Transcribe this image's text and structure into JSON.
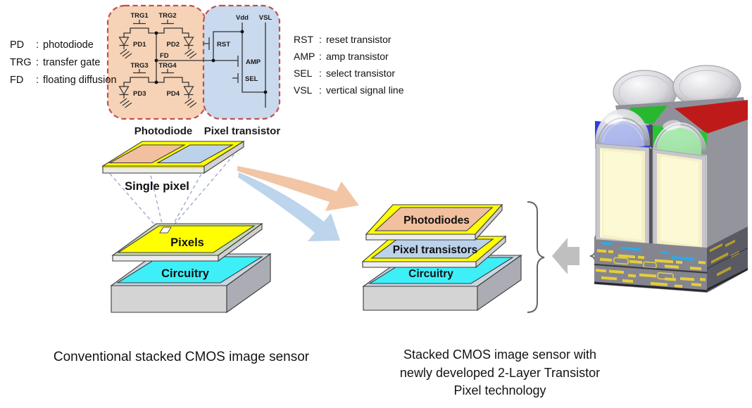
{
  "legend_left": {
    "sep": ":",
    "items": [
      {
        "abbr": "PD",
        "desc": "photodiode"
      },
      {
        "abbr": "TRG",
        "desc": "transfer gate"
      },
      {
        "abbr": "FD",
        "desc": "floating diffusion"
      }
    ]
  },
  "legend_right": {
    "sep": ":",
    "items": [
      {
        "abbr": "RST",
        "desc": "reset transistor"
      },
      {
        "abbr": "AMP",
        "desc": "amp transistor"
      },
      {
        "abbr": "SEL",
        "desc": "select transistor"
      },
      {
        "abbr": "VSL",
        "desc": "vertical signal line"
      }
    ]
  },
  "circuit": {
    "block_photodiode": "Photodiode",
    "block_pixel_transistor": "Pixel transistor",
    "trg1": "TRG1",
    "trg2": "TRG2",
    "trg3": "TRG3",
    "trg4": "TRG4",
    "pd1": "PD1",
    "pd2": "PD2",
    "pd3": "PD3",
    "pd4": "PD4",
    "fd": "FD",
    "rst": "RST",
    "amp": "AMP",
    "sel": "SEL",
    "vdd": "Vdd",
    "vsl": "VSL"
  },
  "conventional": {
    "single_pixel": "Single pixel",
    "pixels": "Pixels",
    "circuitry": "Circuitry",
    "caption": "Conventional stacked CMOS image sensor"
  },
  "new_sensor": {
    "photodiodes": "Photodiodes",
    "pixel_transistors": "Pixel transistors",
    "circuitry": "Circuitry",
    "caption_line1": "Stacked CMOS image sensor with",
    "caption_line2": "newly developed 2-Layer Transistor",
    "caption_line3": "Pixel technology"
  },
  "colors": {
    "photodiode_block_fill": "#F6D3B7",
    "pixel_transistor_block_fill": "#C9D9EE",
    "dashed_box_border": "#C0504D",
    "yellow_layer": "#FFFF00",
    "salmon_panel": "#F2C09E",
    "blue_panel": "#BCD2EA",
    "cyan_panel": "#3EEFF8",
    "slab_gray": "#D4D4D4",
    "arrow_salmon": "#F2C5A5",
    "arrow_blue": "#BCD4EC",
    "arrow_gray": "#BFBFBF",
    "filter_blue": "#2E3EDC",
    "filter_green": "#27C434",
    "filter_red": "#BF1A1A",
    "wiring_yellow": "#E6CD3A",
    "wiring_blue": "#2FA8E8"
  }
}
